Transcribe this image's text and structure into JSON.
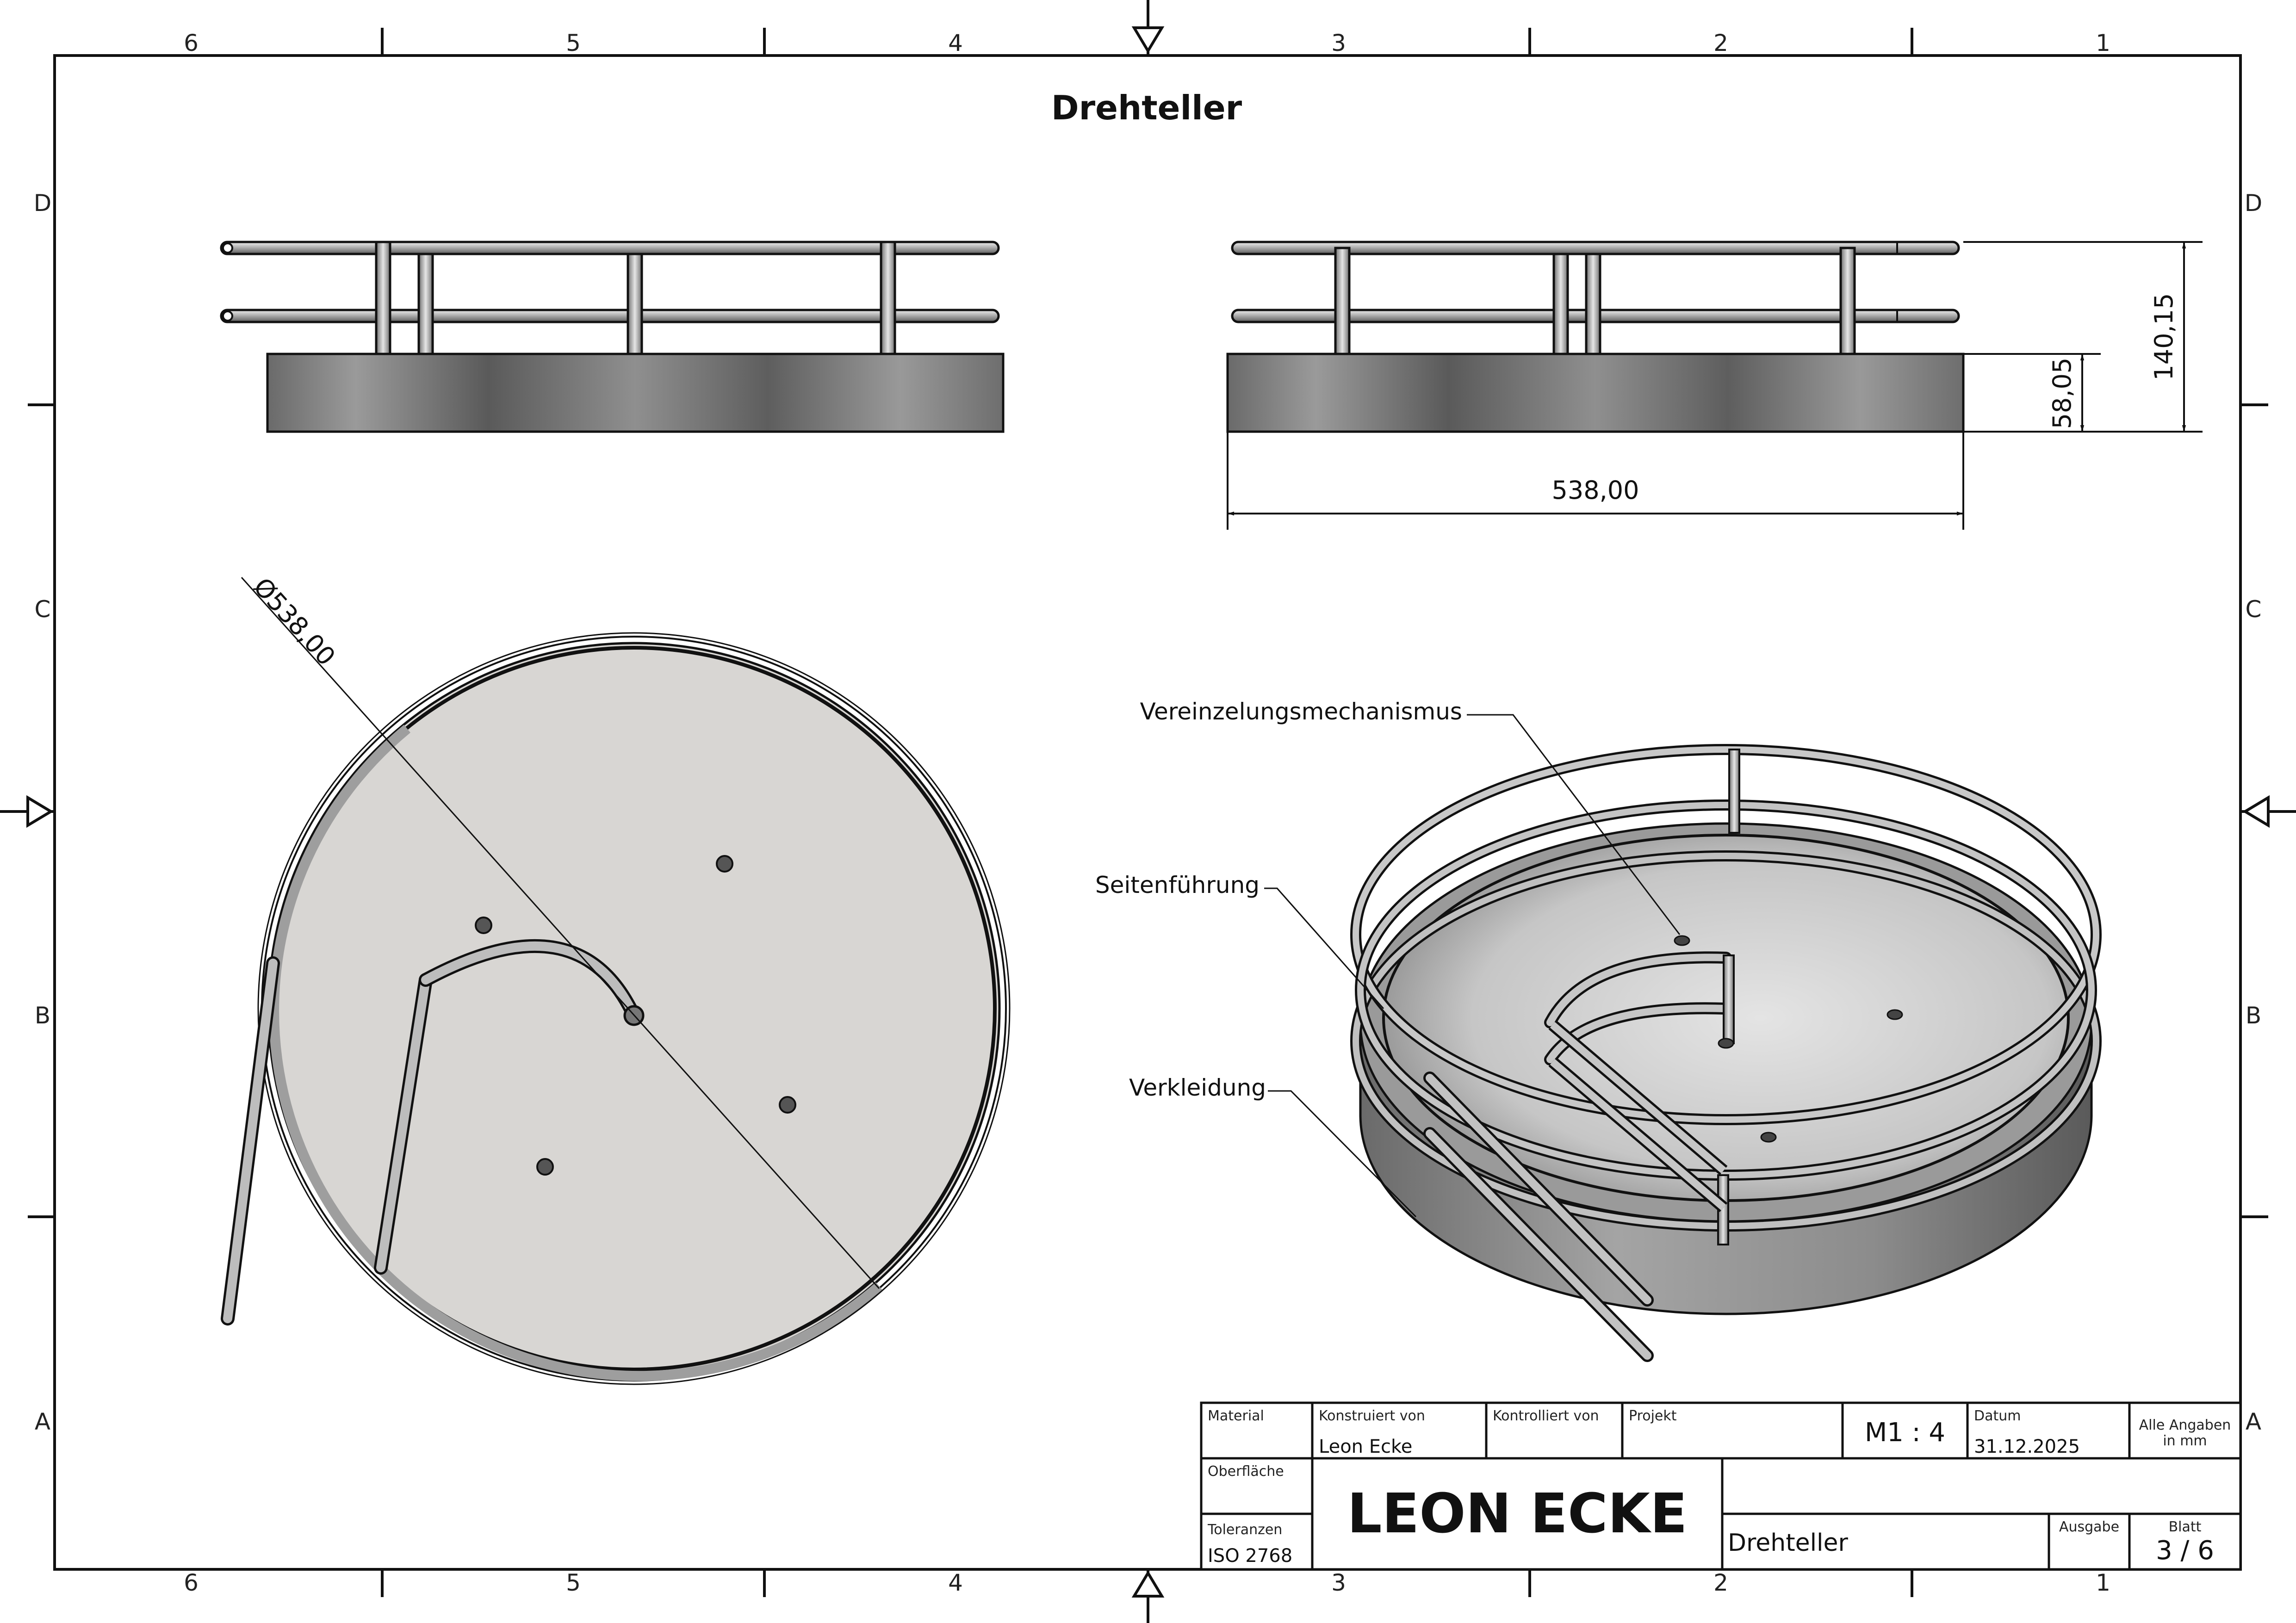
{
  "drawing": {
    "title": "Drehteller",
    "zones_columns": [
      "6",
      "5",
      "4",
      "3",
      "2",
      "1"
    ],
    "zones_rows": [
      "D",
      "C",
      "B",
      "A"
    ]
  },
  "dimensions": {
    "height_total": "140,15",
    "height_base": "58,05",
    "width": "538,00",
    "diameter": "Ø538,00"
  },
  "callouts": {
    "item1": "Vereinzelungsmechanismus",
    "item2": "Seitenführung",
    "item3": "Verkleidung"
  },
  "title_block": {
    "material_label": "Material",
    "designed_by_label": "Konstruiert von",
    "designed_by": "Leon Ecke",
    "checked_by_label": "Kontrolliert von",
    "project_label": "Projekt",
    "scale": "M1 : 4",
    "date_label": "Datum",
    "date": "31.12.2025",
    "units_note_line1": "Alle Angaben",
    "units_note_line2": "in mm",
    "surface_label": "Oberfläche",
    "tolerance_label": "Toleranzen",
    "tolerance": "ISO 2768",
    "company": "LEON ECKE",
    "part_name": "Drehteller",
    "revision_label": "Ausgabe",
    "sheet_label": "Blatt",
    "sheet": "3 / 6"
  }
}
